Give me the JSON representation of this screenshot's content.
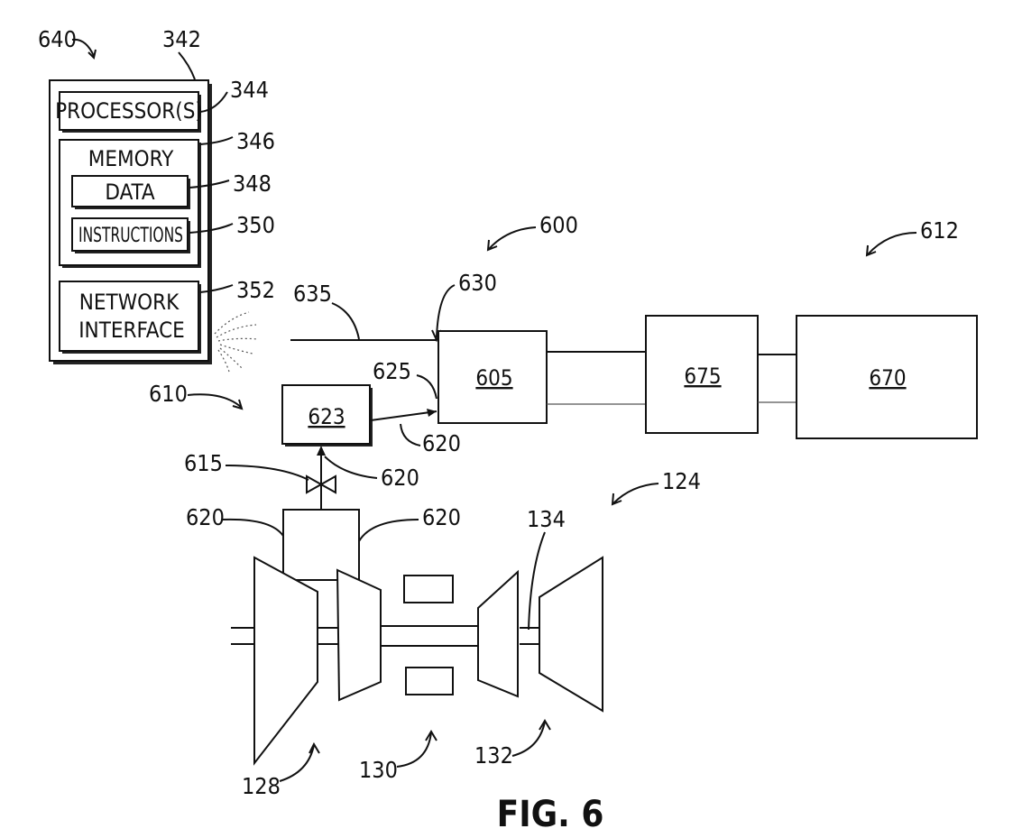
{
  "controller": {
    "ref": "640",
    "box_ref": "342",
    "processor": {
      "label": "PROCESSOR(S)",
      "ref": "344"
    },
    "memory": {
      "label": "MEMORY",
      "ref": "346"
    },
    "data": {
      "label": "DATA",
      "ref": "348"
    },
    "instructions": {
      "label": "INSTRUCTIONS",
      "ref": "350"
    },
    "network": {
      "line1": "NETWORK",
      "line2": "INTERFACE",
      "ref": "352"
    }
  },
  "system": {
    "ref_600": "600",
    "ref_612": "612",
    "ref_610": "610",
    "ref_635": "635",
    "ref_630": "630",
    "ref_625": "625",
    "box_605": "605",
    "box_675": "675",
    "box_670": "670",
    "box_623": "623",
    "ref_620_a": "620",
    "ref_620_b": "620",
    "ref_620_c": "620",
    "ref_620_d": "620",
    "ref_615": "615"
  },
  "engine": {
    "ref_124": "124",
    "ref_134": "134",
    "ref_128": "128",
    "ref_130": "130",
    "ref_132": "132"
  },
  "figure_label": "FIG. 6"
}
